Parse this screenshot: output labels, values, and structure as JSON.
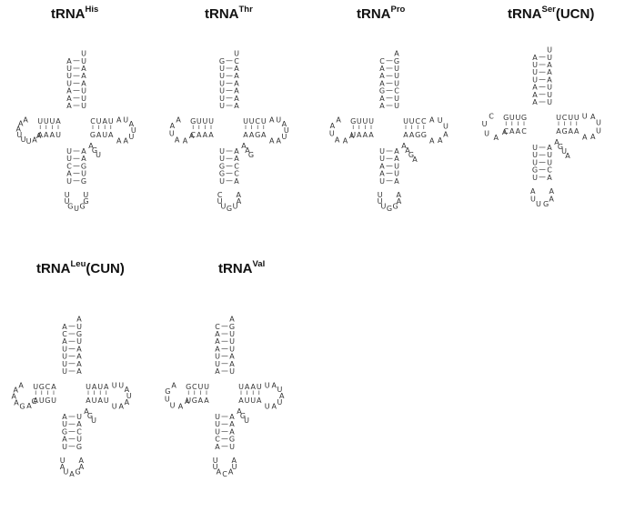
{
  "colors": {
    "text": "#333333",
    "title": "#111111",
    "background": "#ffffff"
  },
  "structures": [
    {
      "id": "his",
      "title_main": "tRNA",
      "title_sup": "His",
      "title_suffix": "",
      "acceptor": {
        "tip": "U",
        "pairs": [
          [
            "A",
            "U"
          ],
          [
            "U",
            "A"
          ],
          [
            "U",
            "A"
          ],
          [
            "U",
            "A"
          ],
          [
            "A",
            "U"
          ],
          [
            "A",
            "U"
          ],
          [
            "A",
            "U"
          ]
        ]
      },
      "d_arm": {
        "stem": [
          [
            "A",
            "U"
          ],
          [
            "U",
            "A"
          ],
          [
            "U",
            "A"
          ],
          [
            "U",
            "A"
          ]
        ],
        "loop": [
          "A",
          "A",
          "A",
          "U",
          "U",
          "U",
          "A",
          "A"
        ]
      },
      "t_arm": {
        "stem": [
          [
            "C",
            "G"
          ],
          [
            "U",
            "A"
          ],
          [
            "A",
            "U"
          ],
          [
            "U",
            "A"
          ]
        ],
        "loop": [
          "A",
          "U",
          "A",
          "U",
          "U",
          "A",
          "A"
        ]
      },
      "anticodon": {
        "stem": [
          [
            "U",
            "A"
          ],
          [
            "U",
            "A"
          ],
          [
            "C",
            "G"
          ],
          [
            "A",
            "U"
          ],
          [
            "U",
            "G"
          ]
        ],
        "loop": [
          "U",
          "U",
          "G",
          "U",
          "G",
          "G",
          "U"
        ]
      },
      "variable": [
        "A",
        "G",
        "U"
      ]
    },
    {
      "id": "thr",
      "title_main": "tRNA",
      "title_sup": "Thr",
      "title_suffix": "",
      "acceptor": {
        "tip": "U",
        "pairs": [
          [
            "G",
            "C"
          ],
          [
            "U",
            "A"
          ],
          [
            "U",
            "A"
          ],
          [
            "U",
            "A"
          ],
          [
            "U",
            "A"
          ],
          [
            "U",
            "A"
          ],
          [
            "U",
            "A"
          ]
        ]
      },
      "d_arm": {
        "stem": [
          [
            "U",
            "A"
          ],
          [
            "U",
            "A"
          ],
          [
            "U",
            "A"
          ],
          [
            "G",
            "C"
          ]
        ],
        "loop": [
          "A",
          "A",
          "U",
          "A",
          "A",
          "A"
        ]
      },
      "t_arm": {
        "stem": [
          [
            "U",
            "A"
          ],
          [
            "U",
            "A"
          ],
          [
            "C",
            "G"
          ],
          [
            "U",
            "A"
          ]
        ],
        "loop": [
          "A",
          "U",
          "A",
          "U",
          "U",
          "A",
          "A"
        ]
      },
      "anticodon": {
        "stem": [
          [
            "U",
            "A"
          ],
          [
            "U",
            "A"
          ],
          [
            "G",
            "C"
          ],
          [
            "G",
            "C"
          ],
          [
            "U",
            "A"
          ]
        ],
        "loop": [
          "C",
          "U",
          "U",
          "G",
          "U",
          "A",
          "A"
        ]
      },
      "variable": [
        "A",
        "A",
        "G"
      ]
    },
    {
      "id": "pro",
      "title_main": "tRNA",
      "title_sup": "Pro",
      "title_suffix": "",
      "acceptor": {
        "tip": "A",
        "pairs": [
          [
            "C",
            "G"
          ],
          [
            "A",
            "U"
          ],
          [
            "A",
            "U"
          ],
          [
            "A",
            "U"
          ],
          [
            "G",
            "C"
          ],
          [
            "A",
            "U"
          ],
          [
            "A",
            "U"
          ]
        ]
      },
      "d_arm": {
        "stem": [
          [
            "U",
            "A"
          ],
          [
            "U",
            "A"
          ],
          [
            "U",
            "A"
          ],
          [
            "G",
            "U"
          ]
        ],
        "loop": [
          "A",
          "A",
          "U",
          "A",
          "A",
          "A"
        ]
      },
      "t_arm": {
        "stem": [
          [
            "U",
            "A"
          ],
          [
            "U",
            "A"
          ],
          [
            "C",
            "G"
          ],
          [
            "C",
            "G"
          ]
        ],
        "loop": [
          "A",
          "U",
          "U",
          "A",
          "A",
          "A"
        ]
      },
      "anticodon": {
        "stem": [
          [
            "U",
            "A"
          ],
          [
            "U",
            "A"
          ],
          [
            "A",
            "U"
          ],
          [
            "A",
            "U"
          ],
          [
            "U",
            "A"
          ]
        ],
        "loop": [
          "U",
          "U",
          "U",
          "G",
          "G",
          "A",
          "A"
        ]
      },
      "variable": [
        "A",
        "A",
        "G",
        "A"
      ]
    },
    {
      "id": "ser",
      "title_main": "tRNA",
      "title_sup": "Ser",
      "title_suffix": "(UCN)",
      "acceptor": {
        "tip": "U",
        "pairs": [
          [
            "A",
            "U"
          ],
          [
            "U",
            "A"
          ],
          [
            "U",
            "A"
          ],
          [
            "U",
            "A"
          ],
          [
            "A",
            "U"
          ],
          [
            "A",
            "U"
          ],
          [
            "A",
            "U"
          ]
        ]
      },
      "d_arm": {
        "stem": [
          [
            "G",
            "C"
          ],
          [
            "U",
            "A"
          ],
          [
            "U",
            "A"
          ],
          [
            "G",
            "C"
          ]
        ],
        "loop": [
          "C",
          "U",
          "U",
          "A",
          "A"
        ]
      },
      "t_arm": {
        "stem": [
          [
            "U",
            "A"
          ],
          [
            "C",
            "G"
          ],
          [
            "U",
            "A"
          ],
          [
            "U",
            "A"
          ]
        ],
        "loop": [
          "U",
          "A",
          "U",
          "U",
          "A",
          "A"
        ]
      },
      "anticodon": {
        "stem": [
          [
            "U",
            "A"
          ],
          [
            "U",
            "U"
          ],
          [
            "U",
            "U"
          ],
          [
            "G",
            "C"
          ],
          [
            "U",
            "A"
          ]
        ],
        "loop": [
          "A",
          "U",
          "U",
          "G",
          "A",
          "A"
        ]
      },
      "variable": [
        "A",
        "G",
        "U",
        "A"
      ]
    },
    {
      "id": "leu",
      "title_main": "tRNA",
      "title_sup": "Leu",
      "title_suffix": "(CUN)",
      "acceptor": {
        "tip": "A",
        "pairs": [
          [
            "A",
            "U"
          ],
          [
            "C",
            "G"
          ],
          [
            "A",
            "U"
          ],
          [
            "U",
            "A"
          ],
          [
            "U",
            "A"
          ],
          [
            "U",
            "A"
          ],
          [
            "U",
            "A"
          ]
        ]
      },
      "d_arm": {
        "stem": [
          [
            "A",
            "U"
          ],
          [
            "C",
            "G"
          ],
          [
            "G",
            "U"
          ],
          [
            "U",
            "A"
          ]
        ],
        "loop": [
          "A",
          "A",
          "A",
          "A",
          "G",
          "A",
          "G"
        ]
      },
      "t_arm": {
        "stem": [
          [
            "U",
            "A"
          ],
          [
            "A",
            "U"
          ],
          [
            "U",
            "A"
          ],
          [
            "A",
            "U"
          ]
        ],
        "loop": [
          "U",
          "U",
          "A",
          "U",
          "A",
          "A",
          "U"
        ]
      },
      "anticodon": {
        "stem": [
          [
            "A",
            "U"
          ],
          [
            "U",
            "A"
          ],
          [
            "G",
            "C"
          ],
          [
            "A",
            "U"
          ],
          [
            "U",
            "G"
          ]
        ],
        "loop": [
          "U",
          "A",
          "U",
          "A",
          "G",
          "A",
          "A"
        ]
      },
      "variable": [
        "A",
        "G",
        "U"
      ]
    },
    {
      "id": "val",
      "title_main": "tRNA",
      "title_sup": "Val",
      "title_suffix": "",
      "acceptor": {
        "tip": "A",
        "pairs": [
          [
            "C",
            "G"
          ],
          [
            "A",
            "U"
          ],
          [
            "A",
            "U"
          ],
          [
            "A",
            "U"
          ],
          [
            "U",
            "A"
          ],
          [
            "U",
            "A"
          ],
          [
            "A",
            "U"
          ]
        ]
      },
      "d_arm": {
        "stem": [
          [
            "U",
            "A"
          ],
          [
            "U",
            "A"
          ],
          [
            "C",
            "G"
          ],
          [
            "G",
            "U"
          ]
        ],
        "loop": [
          "A",
          "G",
          "U",
          "U",
          "A",
          "A"
        ]
      },
      "t_arm": {
        "stem": [
          [
            "U",
            "A"
          ],
          [
            "A",
            "U"
          ],
          [
            "A",
            "U"
          ],
          [
            "U",
            "A"
          ]
        ],
        "loop": [
          "U",
          "A",
          "U",
          "A",
          "U",
          "A",
          "U"
        ]
      },
      "anticodon": {
        "stem": [
          [
            "U",
            "A"
          ],
          [
            "U",
            "A"
          ],
          [
            "U",
            "A"
          ],
          [
            "C",
            "G"
          ],
          [
            "A",
            "U"
          ]
        ],
        "loop": [
          "U",
          "U",
          "A",
          "C",
          "A",
          "U",
          "A"
        ]
      },
      "variable": [
        "A",
        "G",
        "U"
      ]
    }
  ]
}
